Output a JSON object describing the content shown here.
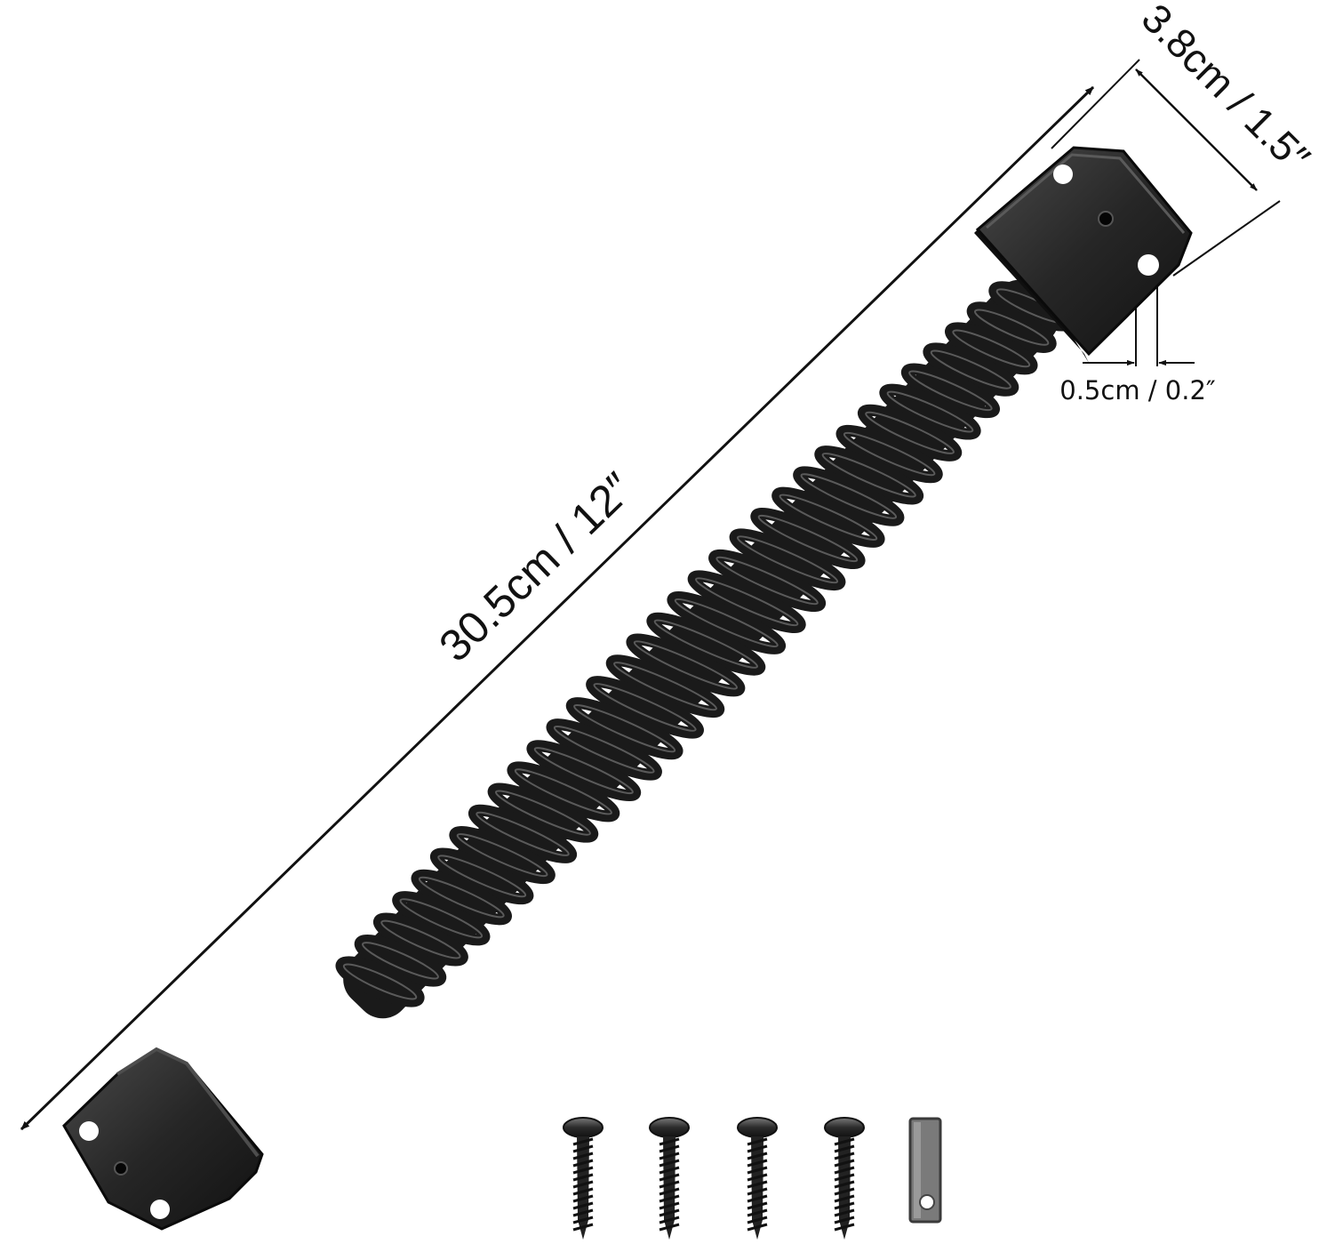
{
  "dimensions": {
    "length": "30.5cm / 12″",
    "width": "3.8cm / 1.5″",
    "hole": "0.5cm / 0.2″"
  },
  "colors": {
    "background": "#ffffff",
    "line": "#111111",
    "metal": "#1c1c1c",
    "metal_highlight": "#3d3d3d",
    "strap": "#7a7a7a"
  },
  "accessories": {
    "screws": [
      "screw",
      "screw",
      "screw",
      "screw"
    ],
    "strap": "strap-plate"
  }
}
